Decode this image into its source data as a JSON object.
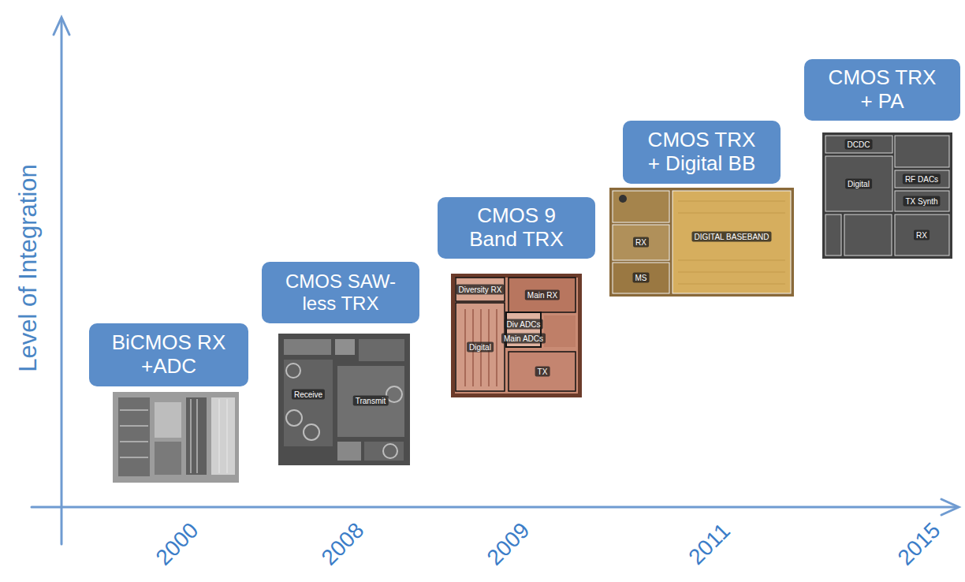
{
  "diagram": {
    "nodes": [
      {
        "text": [
          "BiCMOS RX +ADC"
        ]
      },
      {
        "text": [
          "CMOS SAW-less TRX"
        ]
      },
      {
        "text": [
          "CMOS 9 Band TRX"
        ]
      },
      {
        "text": [
          "CMOS TRX + Digital BB"
        ]
      },
      {
        "text": [
          "CMOS TRX + PA"
        ]
      }
    ],
    "labels": [
      "Level of Integration",
      "2000",
      "2008",
      "2009",
      "2011",
      "2015",
      "Receive",
      "Transmit",
      "Diversity RX",
      "Div ADCs",
      "Main ADCs",
      "Main RX",
      "Digital",
      "TX",
      "RX",
      "MS",
      "DIGITAL BASEBAND",
      "DCDC",
      "Digital",
      "RF DACs",
      "TX Synth",
      "RX"
    ]
  }
}
